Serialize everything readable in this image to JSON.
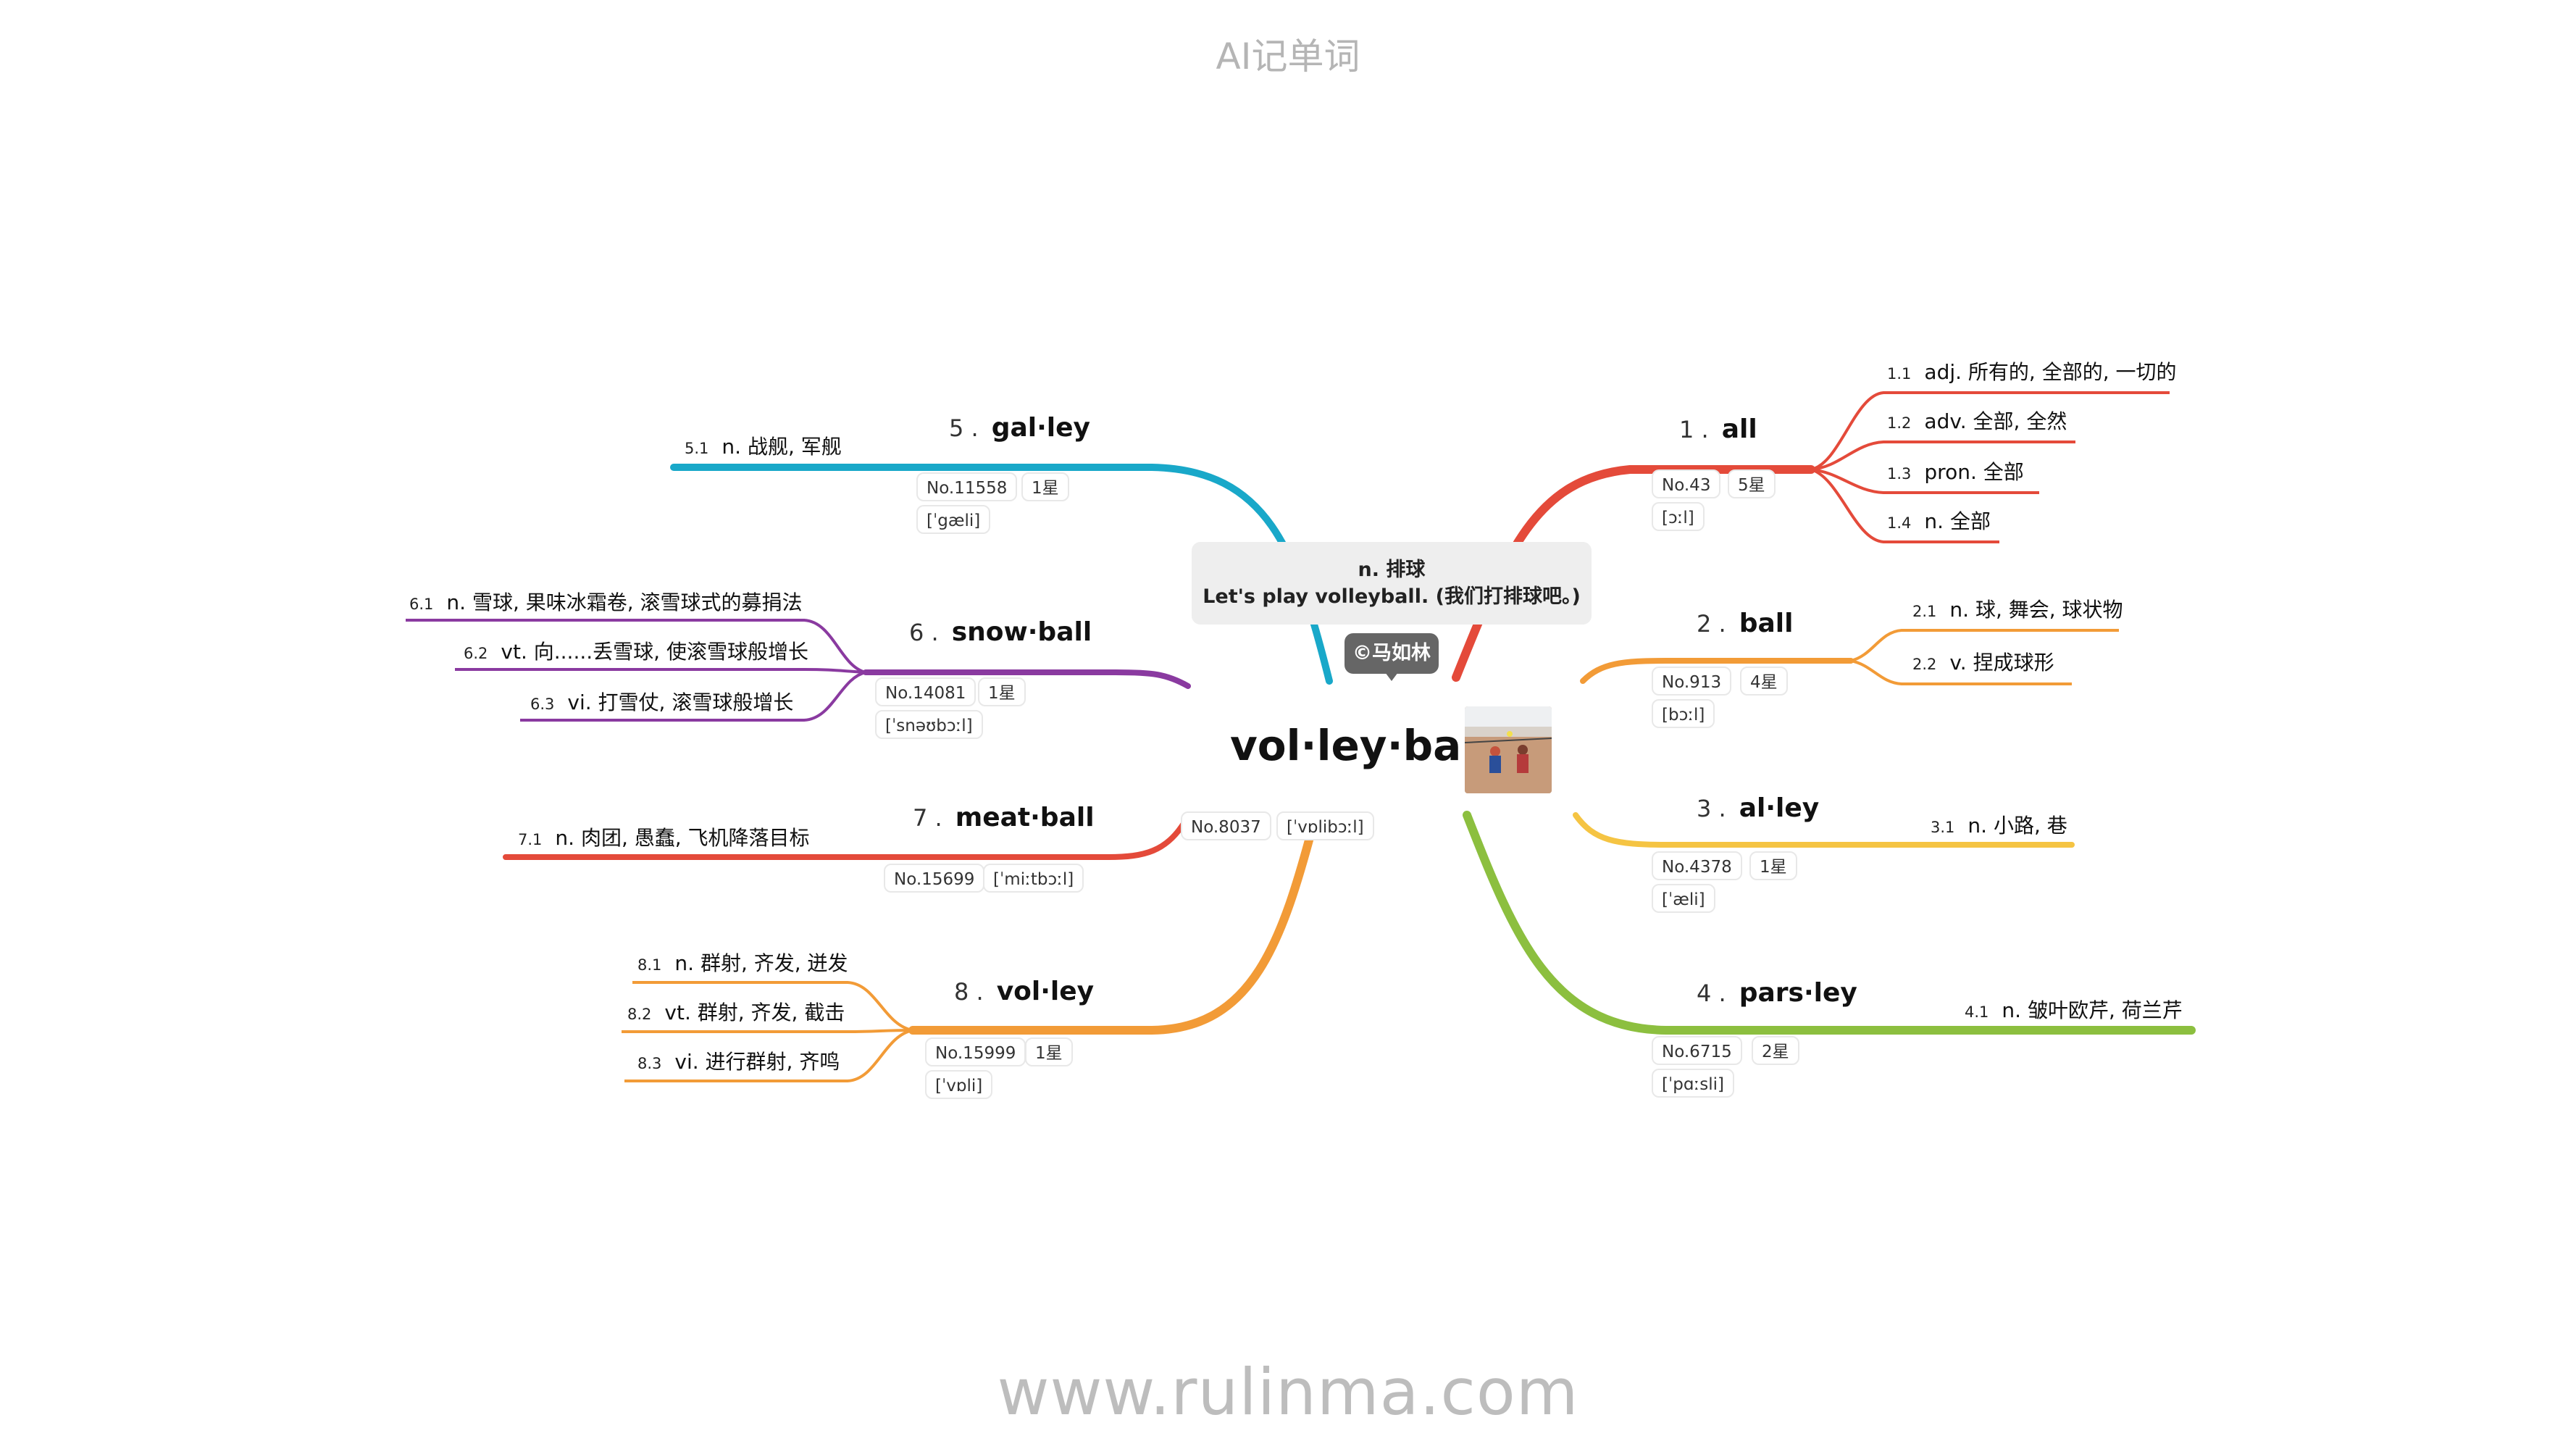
{
  "header": "AI记单词",
  "footer": "www.rulinma.com",
  "root": {
    "word": "vol·ley·ball",
    "no": "No.8037",
    "phonetic": "[ˈvɒlibɔːl]",
    "tooltip_meaning": "n. 排球",
    "tooltip_example": "Let's play volleyball. (我们打排球吧。)",
    "copyright": "©马如林",
    "photo": "volleyball-players-photo"
  },
  "colors": {
    "red": "#e44a3a",
    "orange": "#f29b37",
    "yellow": "#f5c443",
    "green": "#8cbf3f",
    "cyan": "#19a8c9",
    "purple": "#8a3aa0",
    "crimson": "#e44a3a"
  },
  "branches": [
    {
      "num": "1 .",
      "word": "all",
      "no": "No.43",
      "stars": "5星",
      "phonetic": "[ɔːl]",
      "color": "#e44a3a",
      "senses": [
        {
          "num": "1.1",
          "text": "adj. 所有的, 全部的, 一切的"
        },
        {
          "num": "1.2",
          "text": "adv. 全部, 全然"
        },
        {
          "num": "1.3",
          "text": "pron. 全部"
        },
        {
          "num": "1.4",
          "text": "n. 全部"
        }
      ]
    },
    {
      "num": "2 .",
      "word": "ball",
      "no": "No.913",
      "stars": "4星",
      "phonetic": "[bɔːl]",
      "color": "#f29b37",
      "senses": [
        {
          "num": "2.1",
          "text": "n. 球, 舞会, 球状物"
        },
        {
          "num": "2.2",
          "text": "v. 捏成球形"
        }
      ]
    },
    {
      "num": "3 .",
      "word": "al·ley",
      "no": "No.4378",
      "stars": "1星",
      "phonetic": "[ˈæli]",
      "color": "#f5c443",
      "senses": [
        {
          "num": "3.1",
          "text": "n. 小路, 巷"
        }
      ]
    },
    {
      "num": "4 .",
      "word": "pars·ley",
      "no": "No.6715",
      "stars": "2星",
      "phonetic": "[ˈpɑːsli]",
      "color": "#8cbf3f",
      "senses": [
        {
          "num": "4.1",
          "text": "n. 皱叶欧芹, 荷兰芹"
        }
      ]
    },
    {
      "num": "5 .",
      "word": "gal·ley",
      "no": "No.11558",
      "stars": "1星",
      "phonetic": "[ˈgæli]",
      "color": "#19a8c9",
      "senses": [
        {
          "num": "5.1",
          "text": "n. 战舰, 军舰"
        }
      ]
    },
    {
      "num": "6 .",
      "word": "snow·ball",
      "no": "No.14081",
      "stars": "1星",
      "phonetic": "[ˈsnəʊbɔːl]",
      "color": "#8a3aa0",
      "senses": [
        {
          "num": "6.1",
          "text": "n. 雪球, 果味冰霜卷, 滚雪球式的募捐法"
        },
        {
          "num": "6.2",
          "text": "vt. 向......丢雪球, 使滚雪球般增长"
        },
        {
          "num": "6.3",
          "text": "vi. 打雪仗, 滚雪球般增长"
        }
      ]
    },
    {
      "num": "7 .",
      "word": "meat·ball",
      "no": "No.15699",
      "phonetic": "[ˈmiːtbɔːl]",
      "color": "#e44a3a",
      "senses": [
        {
          "num": "7.1",
          "text": "n. 肉团, 愚蠢, 飞机降落目标"
        }
      ]
    },
    {
      "num": "8 .",
      "word": "vol·ley",
      "no": "No.15999",
      "stars": "1星",
      "phonetic": "[ˈvɒli]",
      "color": "#f29b37",
      "senses": [
        {
          "num": "8.1",
          "text": "n. 群射, 齐发, 迸发"
        },
        {
          "num": "8.2",
          "text": "vt. 群射, 齐发, 截击"
        },
        {
          "num": "8.3",
          "text": "vi. 进行群射, 齐鸣"
        }
      ]
    }
  ]
}
